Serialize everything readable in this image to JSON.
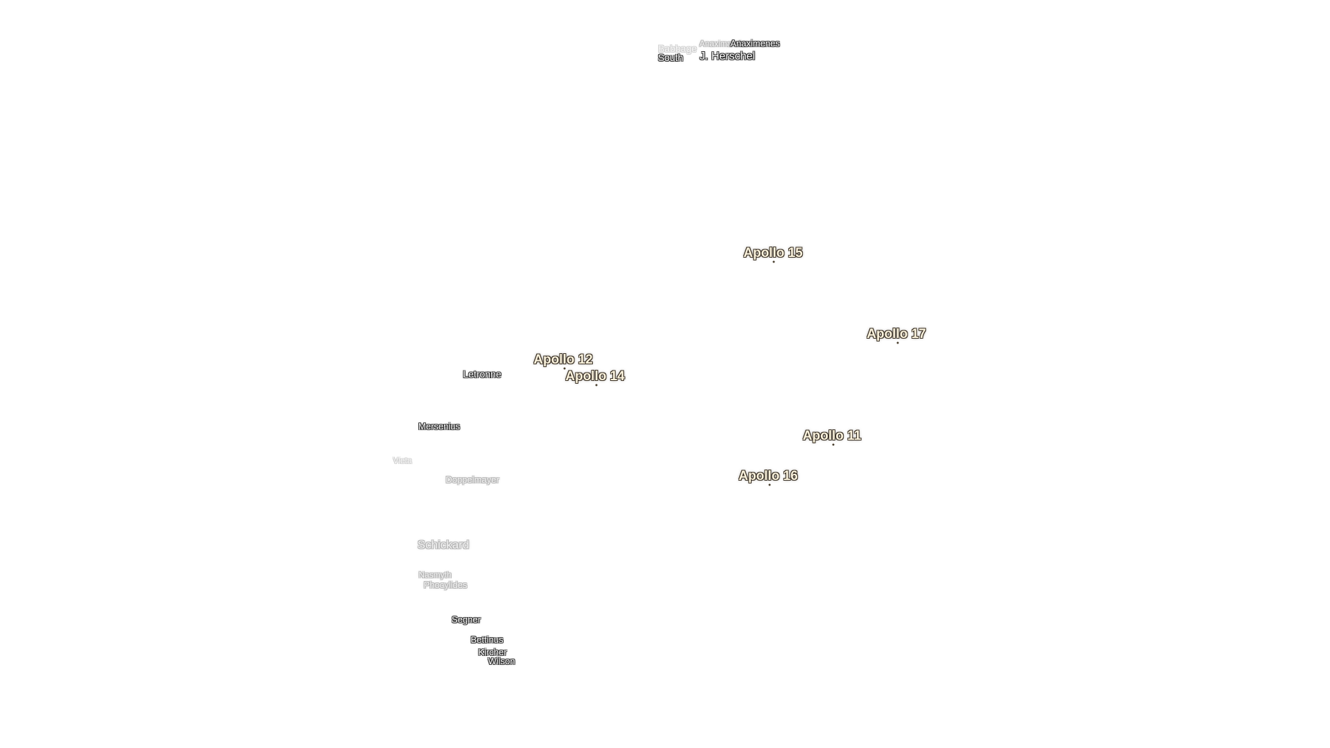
{
  "labels": {
    "babbage": "Babbage",
    "south": "South",
    "anaximander": "Anaximander",
    "anaximenes": "Anaximenes",
    "j_herschel": "J. Herschel",
    "letronne": "Letronne",
    "mersenius": "Mersenius",
    "vieta": "Vieta",
    "doppelmayer": "Doppelmayer",
    "schickard": "Schickard",
    "nasmyth": "Nasmyth",
    "phocylides": "Phocylides",
    "segner": "Segner",
    "bettinus": "Bettinus",
    "kircher": "Kircher",
    "wilson": "Wilson"
  },
  "sites": {
    "apollo_11": "Apollo 11",
    "apollo_12": "Apollo 12",
    "apollo_14": "Apollo 14",
    "apollo_15": "Apollo 15",
    "apollo_16": "Apollo 16",
    "apollo_17": "Apollo 17"
  },
  "colors": {
    "background": "#ffffff",
    "site_text": "#fbf3dd",
    "site_outline": "#3a3126",
    "crater_text": "#ffffff",
    "crater_outline": "#2b2b2b"
  }
}
